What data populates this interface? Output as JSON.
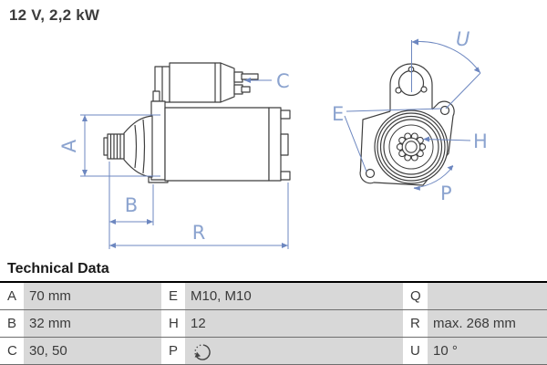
{
  "title": "12 V, 2,2 kW",
  "colors": {
    "drawing_line": "#3f3f3f",
    "dimension_line": "#6d87c0",
    "dimension_label": "#8ba3cf",
    "table_value_bg": "#d8d8d8",
    "table_rule": "#6e6e6e"
  },
  "diagram": {
    "side_view": {
      "labels": {
        "a": "A",
        "b": "B",
        "c": "C",
        "r": "R"
      }
    },
    "front_view": {
      "labels": {
        "e": "E",
        "h": "H",
        "p": "P",
        "u": "U"
      }
    }
  },
  "table": {
    "heading": "Technical Data",
    "rows": [
      {
        "cells": [
          {
            "key": "A",
            "value": "70 mm"
          },
          {
            "key": "E",
            "value": "M10, M10"
          },
          {
            "key": "Q",
            "value": ""
          }
        ]
      },
      {
        "cells": [
          {
            "key": "B",
            "value": "32 mm"
          },
          {
            "key": "H",
            "value": "12"
          },
          {
            "key": "R",
            "value": "max. 268 mm"
          }
        ]
      },
      {
        "cells": [
          {
            "key": "C",
            "value": "30, 50"
          },
          {
            "key": "P",
            "value": "",
            "value_icon": "rotation-direction-icon"
          },
          {
            "key": "U",
            "value": "10 °"
          }
        ]
      }
    ]
  }
}
